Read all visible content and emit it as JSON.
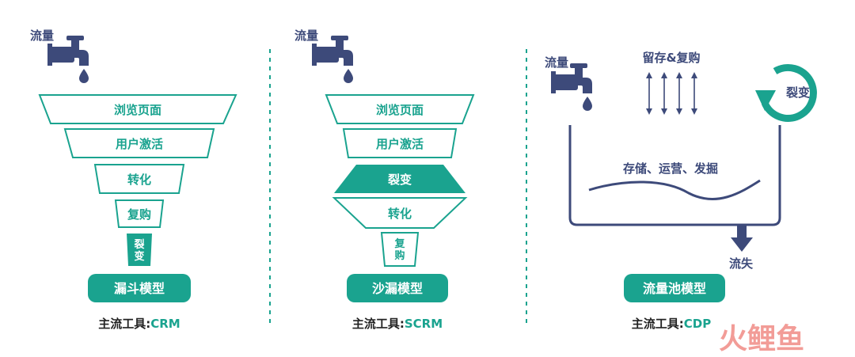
{
  "colors": {
    "teal": "#1aa38f",
    "navy": "#3d4a7a",
    "dark": "#222222",
    "watermark": "#f08b86"
  },
  "icons": [
    "faucet-icon",
    "recycle-arrow-icon",
    "down-arrow-icon"
  ],
  "panels": [
    {
      "flow_label": "流量",
      "layers": [
        "浏览页面",
        "用户激活",
        "转化",
        "复购",
        "裂变"
      ],
      "model_label": "漏斗模型",
      "tool_prefix": "主流工具:",
      "tool_name": "CRM"
    },
    {
      "flow_label": "流量",
      "layers": [
        "浏览页面",
        "用户激活",
        "裂变",
        "转化",
        "复购"
      ],
      "model_label": "沙漏模型",
      "tool_prefix": "主流工具:",
      "tool_name": "SCRM"
    },
    {
      "flow_label": "流量",
      "retain_label": "留存&复购",
      "fission_label": "裂变",
      "pool_label": "存储、运营、发掘",
      "loss_label": "流失",
      "model_label": "流量池模型",
      "tool_prefix": "主流工具:",
      "tool_name": "CDP"
    }
  ],
  "watermark_text": "火鲤鱼"
}
